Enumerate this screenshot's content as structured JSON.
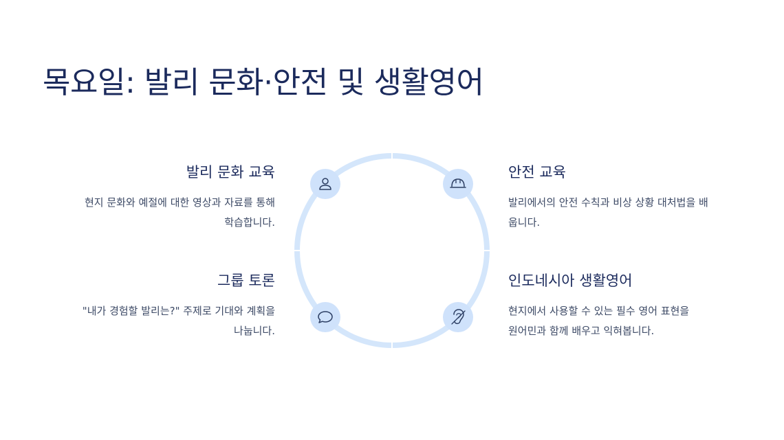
{
  "title": "목요일: 발리 문화·안전 및 생활영어",
  "colors": {
    "ring": "#d4e6fb",
    "icon_circle": "#cfe2fb",
    "icon_stroke": "#2c3e63",
    "title": "#1b2a5c"
  },
  "sections": {
    "culture": {
      "title": "발리 문화 교육",
      "desc_line1": "현지 문화와 예절에 대한 영상과 자료를 통해",
      "desc_line2": "학습합니다.",
      "icon": "person-icon"
    },
    "safety": {
      "title": "안전 교육",
      "desc_line1": "발리에서의 안전 수칙과 비상 상황 대처법을 배",
      "desc_line2": "웁니다.",
      "icon": "hard-hat-icon"
    },
    "discussion": {
      "title": "그룹 토론",
      "desc_line1": "\"내가 경험할 발리는?\" 주제로 기대와 계획을",
      "desc_line2": "나눕니다.",
      "icon": "chat-bubble-icon"
    },
    "english": {
      "title": "인도네시아 생활영어",
      "desc_line1": "현지에서 사용할 수 있는 필수 영어 표현을",
      "desc_line2": "원어민과 함께 배우고 익혀봅니다.",
      "icon": "ear-icon"
    }
  }
}
